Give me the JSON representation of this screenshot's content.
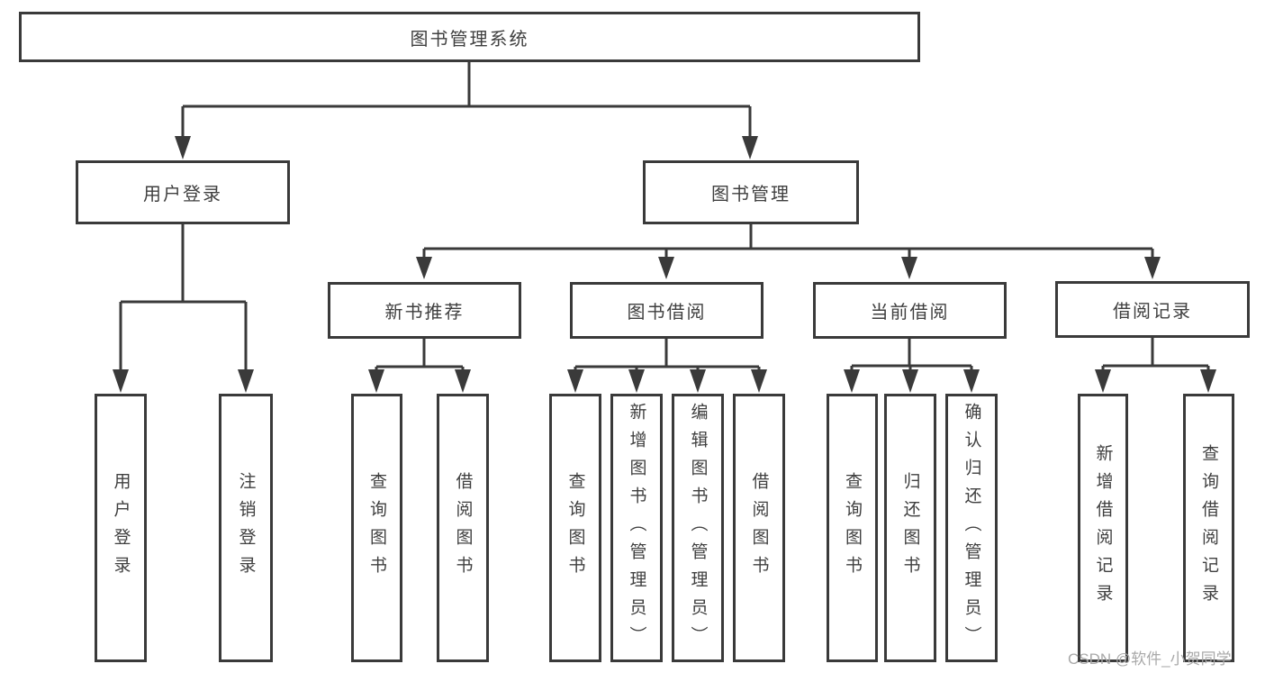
{
  "tree": {
    "root": {
      "label": "图书管理系统"
    },
    "branches": [
      {
        "label": "用户登录",
        "children": [
          {
            "label": "用户登录"
          },
          {
            "label": "注销登录"
          }
        ]
      },
      {
        "label": "图书管理",
        "children": [
          {
            "label": "新书推荐",
            "children": [
              {
                "label": "查询图书"
              },
              {
                "label": "借阅图书"
              }
            ]
          },
          {
            "label": "图书借阅",
            "children": [
              {
                "label": "查询图书"
              },
              {
                "label": "新增图书（管理员）"
              },
              {
                "label": "编辑图书（管理员）"
              },
              {
                "label": "借阅图书"
              }
            ]
          },
          {
            "label": "当前借阅",
            "children": [
              {
                "label": "查询图书"
              },
              {
                "label": "归还图书"
              },
              {
                "label": "确认归还（管理员）"
              }
            ]
          },
          {
            "label": "借阅记录",
            "children": [
              {
                "label": "新增借阅记录"
              },
              {
                "label": "查询借阅记录"
              }
            ]
          }
        ]
      }
    ]
  },
  "watermark": "CSDN @软件_小贺同学",
  "colors": {
    "line": "#3a3a3a",
    "text": "#3f3f3f",
    "watermark": "#a9a9a9",
    "background": "#ffffff"
  }
}
